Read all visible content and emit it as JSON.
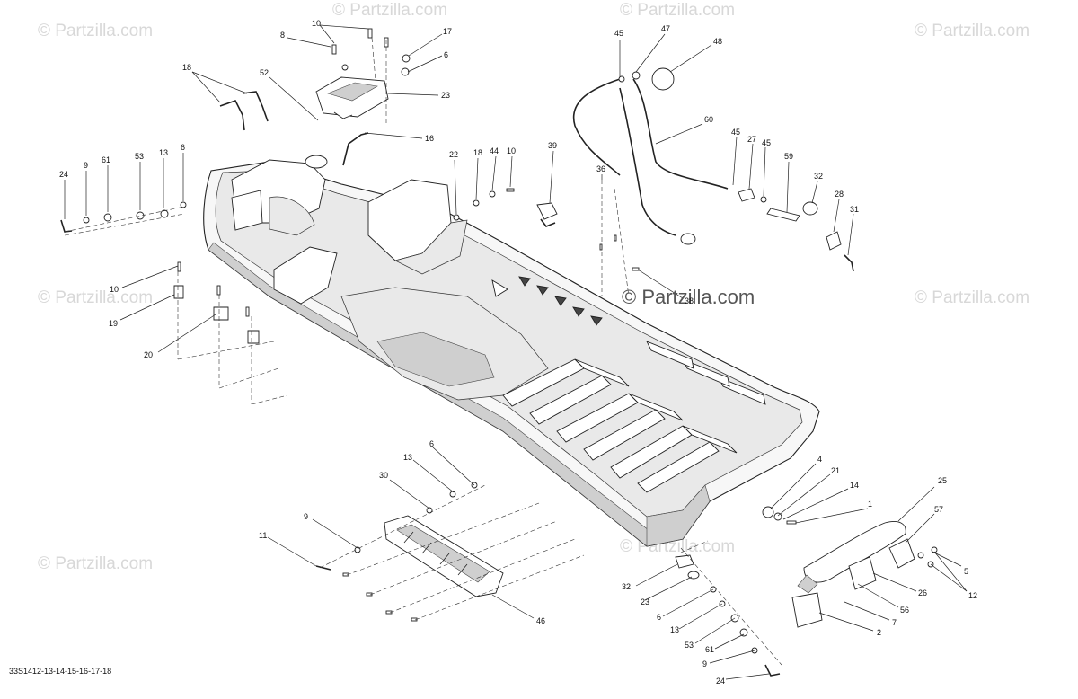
{
  "watermarks": [
    "© Partzilla.com",
    "© Partzilla.com",
    "© Partzilla.com",
    "© Partzilla.com",
    "© Partzilla.com",
    "© Partzilla.com",
    "© Partzilla.com",
    "© Partzilla.com"
  ],
  "main_watermark": "© Partzilla.com",
  "figure_code": "33S1412-13-14-15-16-17-18",
  "callouts": [
    "10",
    "8",
    "17",
    "6",
    "52",
    "18",
    "23",
    "16",
    "24",
    "9",
    "61",
    "53",
    "13",
    "6",
    "22",
    "18",
    "44",
    "10",
    "39",
    "36",
    "45",
    "47",
    "48",
    "60",
    "45",
    "27",
    "45",
    "59",
    "32",
    "28",
    "31",
    "10",
    "19",
    "20",
    "38",
    "4",
    "21",
    "14",
    "1",
    "25",
    "57",
    "5",
    "12",
    "26",
    "56",
    "7",
    "2",
    "13",
    "6",
    "30",
    "9",
    "11",
    "46",
    "32",
    "23",
    "6",
    "13",
    "53",
    "61",
    "9",
    "24"
  ]
}
